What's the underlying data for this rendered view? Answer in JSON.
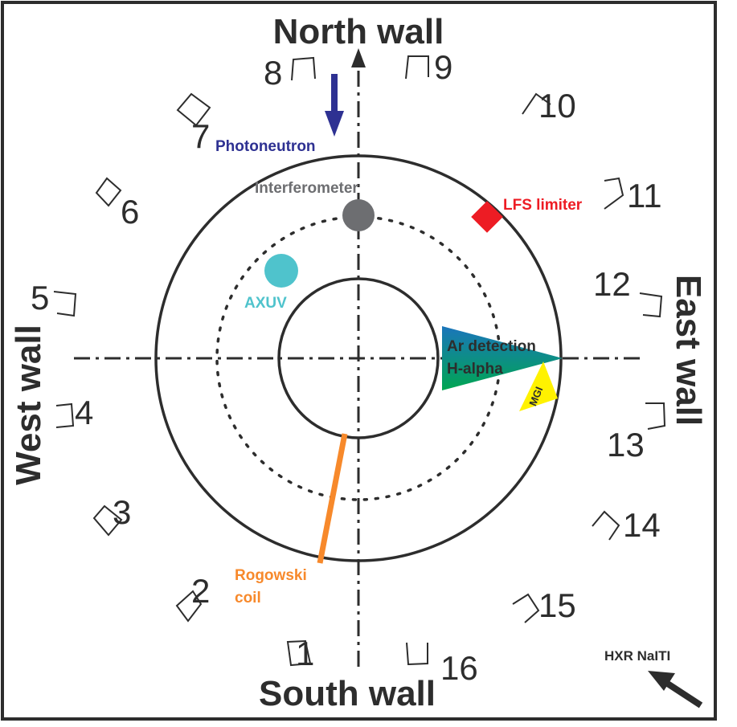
{
  "walls": {
    "north": "North wall",
    "south": "South wall",
    "east": "East wall",
    "west": "West wall"
  },
  "ports": [
    "1",
    "2",
    "3",
    "4",
    "5",
    "6",
    "7",
    "8",
    "9",
    "10",
    "11",
    "12",
    "13",
    "14",
    "15",
    "16"
  ],
  "diagnostics": {
    "photoneutron": "Photoneutron",
    "interferometer": "Interferometer",
    "lfs_limiter": "LFS limiter",
    "axuv": "AXUV",
    "ar_detection": "Ar detection",
    "h_alpha": "H-alpha",
    "mgi": "MGI",
    "rogowski_line1": "Rogowski",
    "rogowski_line2": "coil",
    "hxr": "HXR NaITI"
  },
  "colors": {
    "photoneutron": "#2e3192",
    "interferometer": "#6d6e71",
    "lfs_limiter": "#ed1c24",
    "axuv": "#4fc3cc",
    "ar_top": "#1b75bc",
    "ar_bottom": "#00a651",
    "mgi": "#fff200",
    "rogowski": "#f7892b",
    "hxr": "#2d2d2d",
    "line": "#2d2d2d"
  }
}
